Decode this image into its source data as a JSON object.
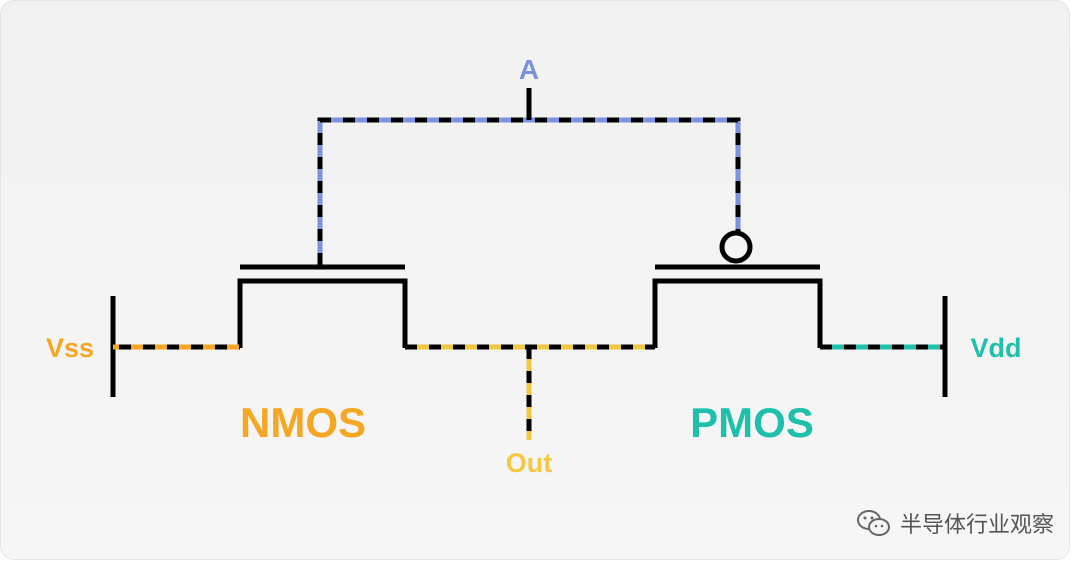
{
  "labels": {
    "input": "A",
    "output": "Out",
    "vss": "Vss",
    "vdd": "Vdd",
    "nmos": "NMOS",
    "pmos": "PMOS"
  },
  "watermark": {
    "text": "半导体行业观察",
    "icon": "wechat-icon"
  },
  "colors": {
    "input_wire": "#7b93dd",
    "output_wire": "#f5c842",
    "vss_wire": "#f5a623",
    "vdd_wire": "#1fc0ab",
    "nmos_text": "#f5a623",
    "pmos_text": "#1fc0ab",
    "conductor": "#000000"
  }
}
